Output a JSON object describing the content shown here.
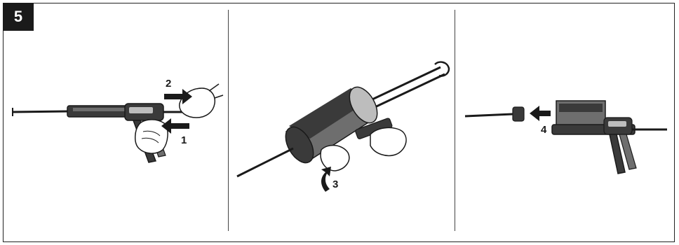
{
  "figure": {
    "number": "5"
  },
  "panels": [
    {
      "arrows": [
        {
          "label": "2"
        },
        {
          "label": "1"
        }
      ]
    },
    {
      "arrows": [
        {
          "label": "3"
        }
      ]
    },
    {
      "arrows": [
        {
          "label": "4"
        }
      ]
    }
  ],
  "colors": {
    "ink": "#1a1a1a",
    "dark_fill": "#3a3a3a",
    "mid_fill": "#6e6e6e",
    "light_fill": "#bdbdbd",
    "paper": "#ffffff"
  }
}
